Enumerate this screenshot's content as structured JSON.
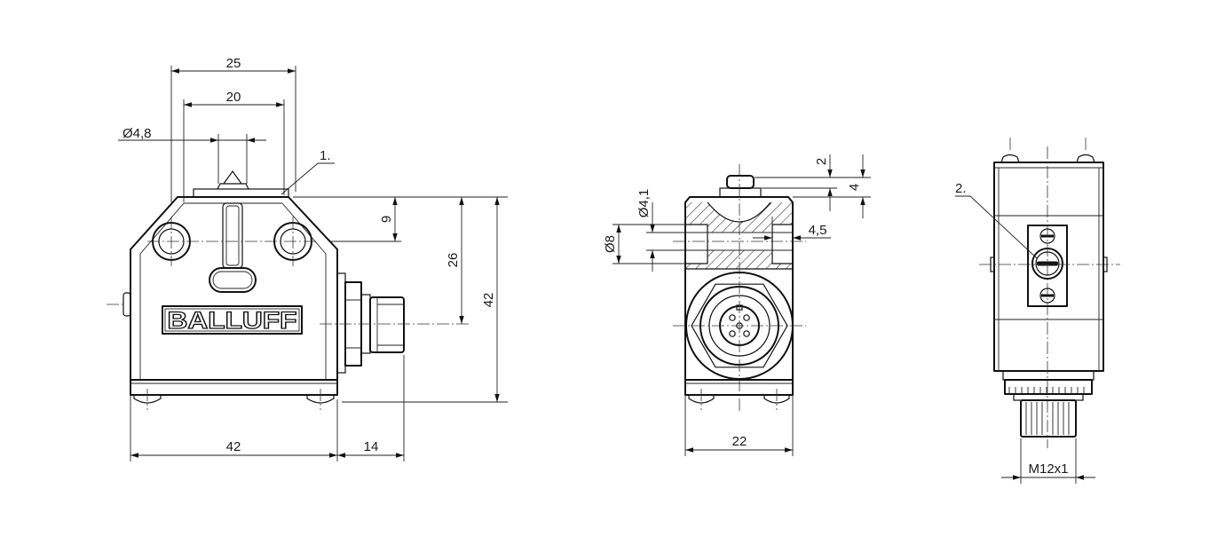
{
  "brand": "BALLUFF",
  "front_view": {
    "dim_25": "25",
    "dim_20": "20",
    "dim_diameter_48": "Ø4,8",
    "label_1": "1.",
    "dim_9": "9",
    "dim_26": "26",
    "dim_height_42": "42",
    "dim_width_42": "42",
    "dim_14": "14"
  },
  "side_view": {
    "dim_2": "2",
    "dim_4": "4",
    "dim_diameter_41": "Ø4,1",
    "dim_diameter_8": "Ø8",
    "dim_45": "4,5",
    "dim_22": "22"
  },
  "top_view": {
    "label_2": "2.",
    "dim_thread": "M12x1"
  }
}
